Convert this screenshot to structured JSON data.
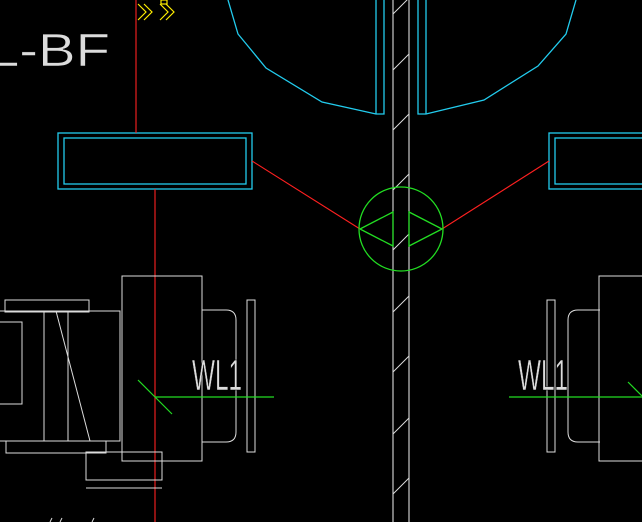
{
  "drawing": {
    "title_text": "L-BF",
    "pipe_labels": [
      "WL1",
      "WL1"
    ],
    "colors": {
      "background": "#000000",
      "cad_white": "#dcdcdc",
      "cad_red": "#ff2020",
      "cad_cyan": "#22ccee",
      "cad_green": "#22dd22",
      "cad_yellow": "#ffee00"
    }
  }
}
